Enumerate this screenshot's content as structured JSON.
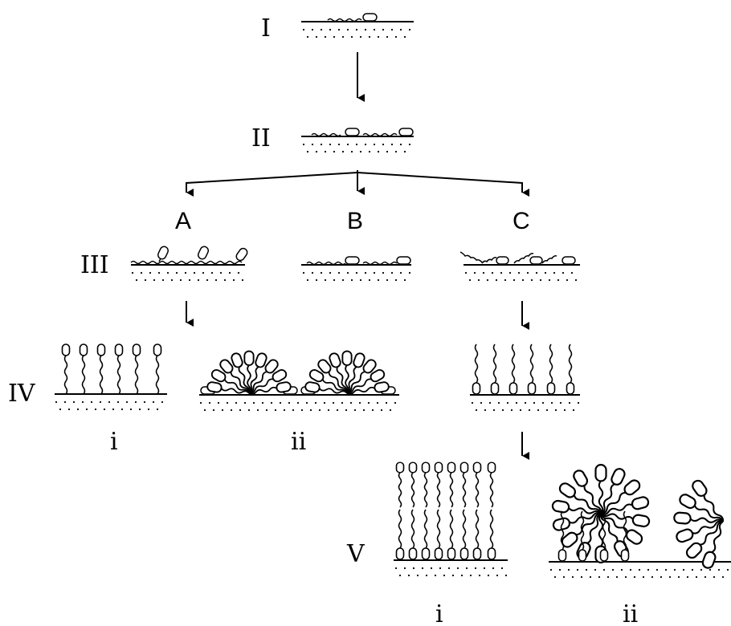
{
  "diagram": {
    "stages": {
      "I": "I",
      "II": "II",
      "III": "III",
      "IV": "IV",
      "V": "V"
    },
    "branches": {
      "A": "A",
      "B": "B",
      "C": "C"
    },
    "sublabels": {
      "iv_i": "i",
      "iv_ii": "ii",
      "v_i": "i",
      "v_ii": "ii"
    },
    "colors": {
      "ink": "#000000",
      "background": "#ffffff"
    }
  }
}
